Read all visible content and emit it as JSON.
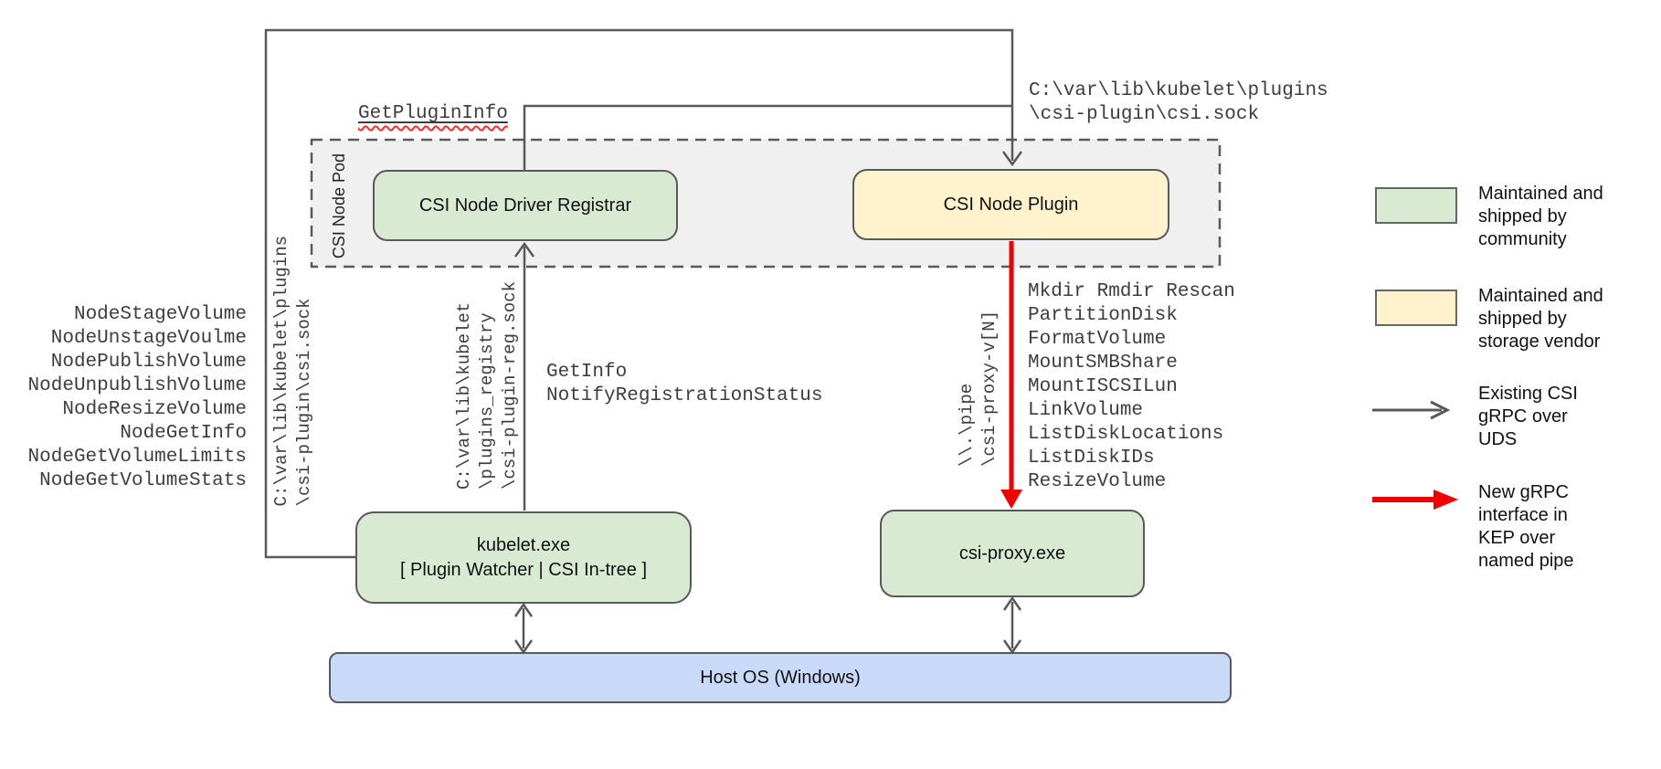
{
  "pod": {
    "label": "CSI Node Pod"
  },
  "boxes": {
    "registrar": {
      "label": "CSI Node Driver Registrar"
    },
    "plugin": {
      "label": "CSI Node Plugin"
    },
    "kubelet": {
      "lines": [
        "kubelet.exe",
        "[ Plugin Watcher | CSI In-tree ]"
      ]
    },
    "proxy": {
      "label": "csi-proxy.exe"
    },
    "host": {
      "label": "Host OS (Windows)"
    }
  },
  "annotations": {
    "get_plugin_info": "GetPluginInfo",
    "csi_sock_path": [
      "C:\\var\\lib\\kubelet\\plugins",
      "\\csi-plugin\\csi.sock"
    ],
    "csi_sock_path_vertical": [
      "C:\\var\\lib\\kubelet\\plugins",
      "\\csi-plugin\\csi.sock"
    ],
    "registry_sock_path_vertical": [
      "C:\\var\\lib\\kubelet",
      "\\plugins_registry",
      "\\csi-plugin-reg.sock"
    ],
    "named_pipe_path_vertical": [
      "\\\\.\\pipe",
      "\\csi-proxy-v[N]"
    ],
    "node_methods": [
      "NodeStageVolume",
      "NodeUnstageVoulme",
      "NodePublishVolume",
      "NodeUnpublishVolume",
      "NodeResizeVolume",
      "NodeGetInfo",
      "NodeGetVolumeLimits",
      "NodeGetVolumeStats"
    ],
    "proxy_methods": [
      "Mkdir Rmdir Rescan",
      "PartitionDisk",
      "FormatVolume",
      "MountSMBShare",
      "MountISCSILun",
      "LinkVolume",
      "ListDiskLocations",
      "ListDiskIDs",
      "ResizeVolume"
    ],
    "registration_methods": [
      "GetInfo",
      "NotifyRegistrationStatus"
    ]
  },
  "legend": {
    "items": [
      {
        "swatch": "community-green",
        "lines": [
          "Maintained and",
          "shipped by",
          "community"
        ]
      },
      {
        "swatch": "vendor-yellow",
        "lines": [
          "Maintained and",
          "shipped by",
          "storage vendor"
        ]
      },
      {
        "swatch": "arrow-gray",
        "lines": [
          "Existing CSI",
          "gRPC over",
          "UDS"
        ]
      },
      {
        "swatch": "arrow-red",
        "lines": [
          "New gRPC",
          "interface in",
          "KEP over",
          "named pipe"
        ]
      }
    ]
  },
  "colors": {
    "community_green": "#d9ead3",
    "vendor_yellow": "#fff2cc",
    "host_blue": "#c9daf8",
    "pod_fill_gray": "#f0f0f0",
    "connector_gray": "#595959",
    "new_interface_red": "#f20000",
    "spellcheck_red": "#ff2a2a"
  }
}
